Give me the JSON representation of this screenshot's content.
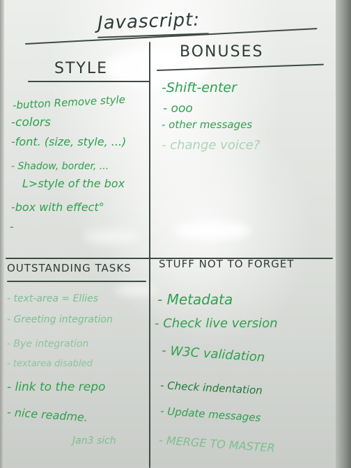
{
  "title": "Javascript:",
  "columns": {
    "left_top": {
      "header": "STYLE",
      "items": [
        "-button Remove style",
        "-colors",
        "-font. (size, style, ...)",
        "- Shadow, border, ...",
        "L>style of the box",
        "-box with effect°",
        "-"
      ]
    },
    "right_top": {
      "header": "BONUSES",
      "items": [
        "-Shift-enter",
        "- ooo",
        "- other messages",
        "- change voice?"
      ]
    },
    "left_bottom": {
      "header": "OUTSTANDING TASKS",
      "items": [
        "- text-area = Ellies",
        "- Greeting integration",
        "- Bye integration",
        "- textarea disabled",
        "- link to the repo",
        "- nice readme.",
        "Jan3 sich"
      ]
    },
    "right_bottom": {
      "header": "STUFF NOT TO FORGET",
      "items": [
        "- Metadata",
        "- Check live version",
        "- W3C validation",
        "- Check indentation",
        "- Update messages",
        "- MERGE TO MASTER"
      ]
    }
  },
  "colors": {
    "marker_black": "#3e4a44",
    "marker_green": "#2fa04e",
    "marker_green_faint": "#7cbf90",
    "board": "#e4e7e3"
  }
}
